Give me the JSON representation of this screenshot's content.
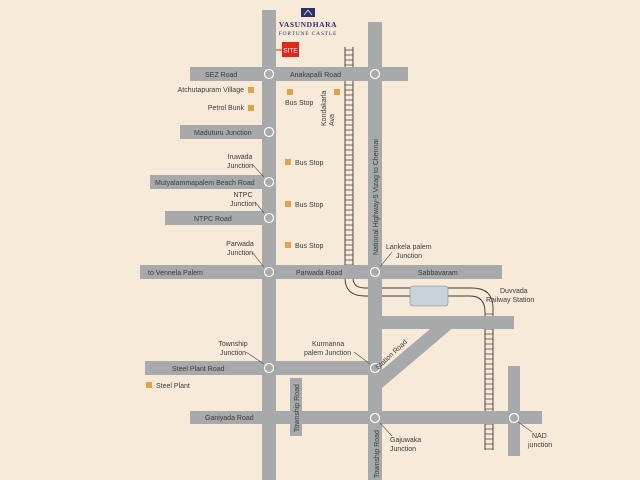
{
  "brand": {
    "name": "VASUNDHARA",
    "tagline": "FORTUNE CASTLE",
    "site_label": "SITE"
  },
  "colors": {
    "background": "#f7ead9",
    "road": "#a8a9ab",
    "landmark": "#e0a24a",
    "site": "#e1261c",
    "brand": "#2b2f6b"
  },
  "roads": {
    "sez": "SEZ Road",
    "anakapalli": "Anakapalli Road",
    "maduturu": "Maduturu Junction",
    "mutyalammapalem": "Mutyalammapalem Beach Road",
    "ntpc_road": "NTPC Road",
    "vennela": "to Vennela Palem",
    "parwada_road": "Parwada Road",
    "sabbavaram": "Sabbavaram",
    "steel_plant_road": "Steel Plant Road",
    "station_road": "Station Road",
    "ganiyada": "Ganiyada Road",
    "township_road": "Township Road",
    "township_road_south": "Township Road",
    "highway": "National Highway-5 Vizag to Chennai",
    "kondakarla": [
      "Kondakarla",
      "Ava"
    ]
  },
  "landmarks": {
    "atchutapuram": "Atchutapuram Village",
    "petrol_bunk": "Petrol Bunk",
    "bus_stop_1": "Bus Stop",
    "bus_stop_2": "Bus Stop",
    "bus_stop_3": "Bus Stop",
    "bus_stop_4": "Bus Stop",
    "steel_plant": "Steel Plant"
  },
  "junctions": {
    "iruwada": [
      "Iruwada",
      "Junction"
    ],
    "ntpc": [
      "NTPC",
      "Junction"
    ],
    "parwada": [
      "Parwada",
      "Junction"
    ],
    "lankela": [
      "Lankela palem",
      "Junction"
    ],
    "duvvada": [
      "Duvvada",
      "Railway Station"
    ],
    "township": [
      "Township",
      "Junction"
    ],
    "kurmanna": [
      "Kurmanna",
      "palem Junction"
    ],
    "gajuwaka": [
      "Gajuwaka",
      "Junction"
    ],
    "nad": [
      "NAD",
      "junction"
    ]
  }
}
